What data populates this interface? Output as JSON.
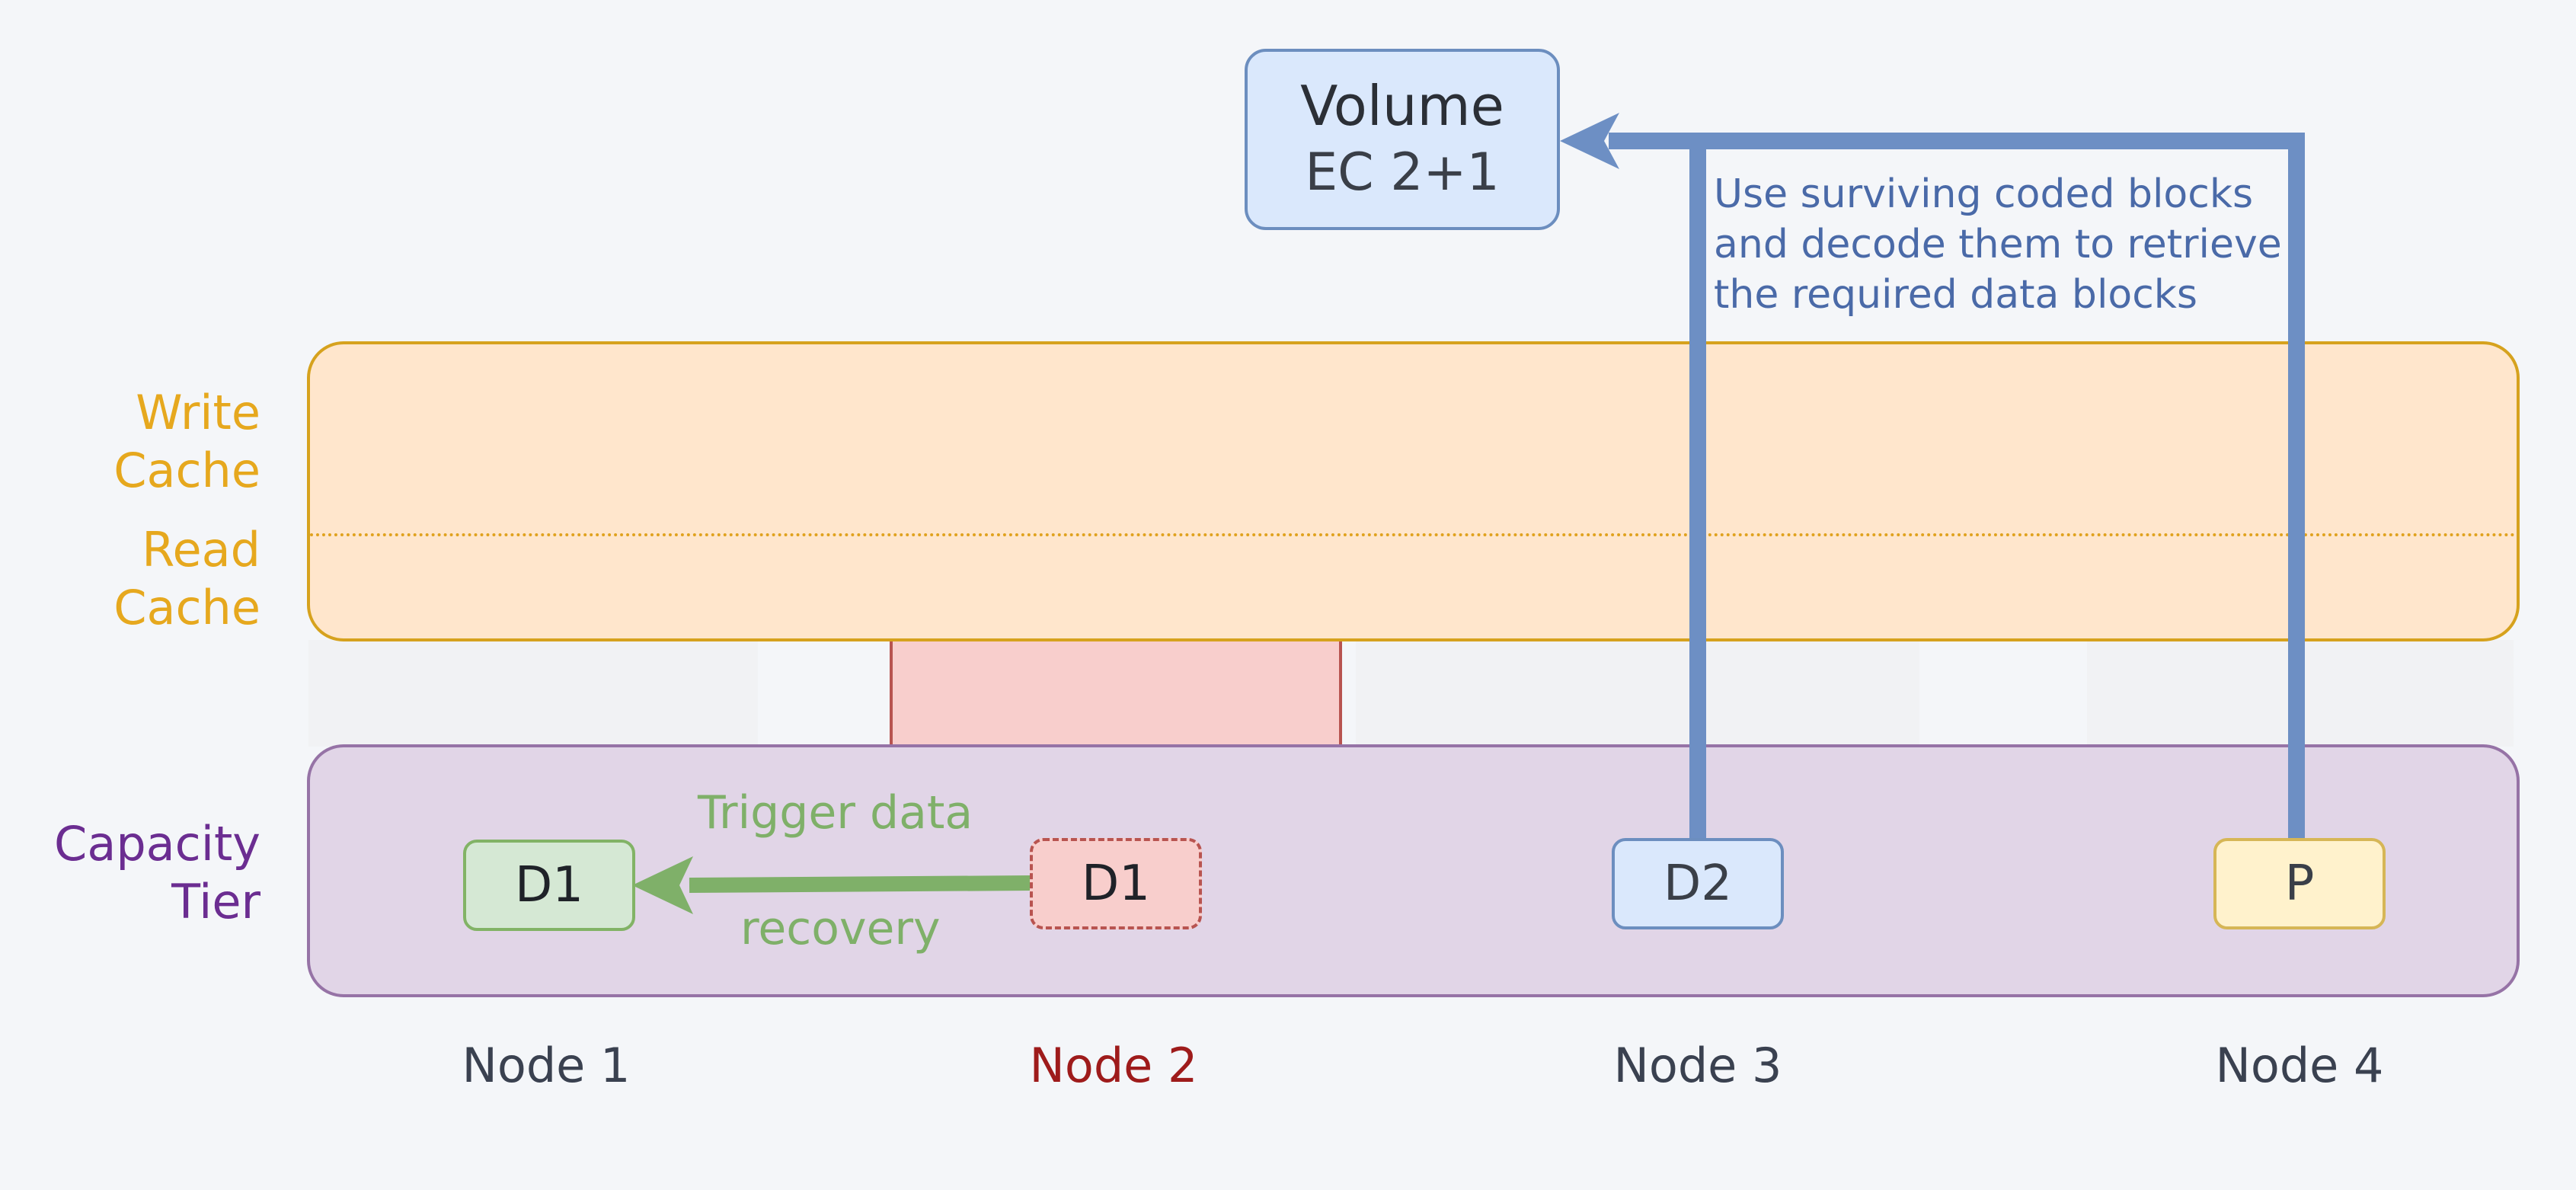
{
  "volume": {
    "title": "Volume",
    "subtitle": "EC 2+1"
  },
  "tiers": {
    "write_cache": [
      "Write",
      "Cache"
    ],
    "read_cache": [
      "Read",
      "Cache"
    ],
    "capacity_tier": [
      "Capacity",
      "Tier"
    ]
  },
  "nodes": [
    {
      "label": "Node 1",
      "color": "#3a4150"
    },
    {
      "label": "Node 2",
      "color": "#9e1b1b"
    },
    {
      "label": "Node 3",
      "color": "#3a4150"
    },
    {
      "label": "Node 4",
      "color": "#3a4150"
    }
  ],
  "blocks": {
    "node1": "D1",
    "node2": "D1",
    "node3": "D2",
    "node4": "P"
  },
  "annotations": {
    "decode": [
      "Use surviving coded blocks",
      "and decode them to retrieve",
      "the required data blocks"
    ],
    "recovery_top": "Trigger data",
    "recovery_bottom": "recovery"
  },
  "colors": {
    "cache_fill": "#ffe6cc",
    "cache_border": "#d6a21e",
    "cache_text": "#e6a81e",
    "capacity_fill": "#e1d5e7",
    "capacity_border": "#9673a6",
    "capacity_text": "#6b2d91",
    "failed_fill": "#f8cecc",
    "failed_border": "#b85450",
    "healthy_fill": "#d5e8d4",
    "healthy_border": "#82b366",
    "data_fill": "#dae8fc",
    "data_border": "#6c8ebf",
    "parity_fill": "#fff2cc",
    "parity_border": "#d6b656",
    "flow": "#6d8fc4",
    "recovery": "#7fb069",
    "annotation_text": "#4a6aa8"
  }
}
